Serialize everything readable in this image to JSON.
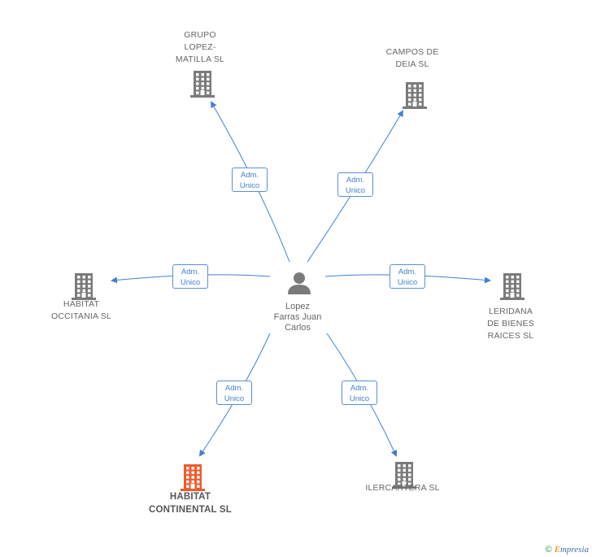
{
  "center": {
    "name": "Lopez\nFarras Juan\nCarlos"
  },
  "companies": [
    {
      "id": "grupo",
      "name": "GRUPO\nLOPEZ-\nMATILLA SL",
      "highlight": false
    },
    {
      "id": "campos",
      "name": "CAMPOS DE\nDEIA SL",
      "highlight": false
    },
    {
      "id": "occitania",
      "name": "HABITAT\nOCCITANIA SL",
      "highlight": false
    },
    {
      "id": "leridana",
      "name": "LERIDANA\nDE BIENES\nRAICES SL",
      "highlight": false
    },
    {
      "id": "continental",
      "name": "HABITAT\nCONTINENTAL SL",
      "highlight": true
    },
    {
      "id": "ilercartera",
      "name": "ILERCARTERA SL",
      "highlight": false
    }
  ],
  "relations": [
    {
      "to": "grupo",
      "label": "Adm.\nUnico"
    },
    {
      "to": "campos",
      "label": "Adm.\nUnico"
    },
    {
      "to": "occitania",
      "label": "Adm.\nUnico"
    },
    {
      "to": "leridana",
      "label": "Adm.\nUnico"
    },
    {
      "to": "continental",
      "label": "Adm.\nUnico"
    },
    {
      "to": "ilercartera",
      "label": "Adm.\nUnico"
    }
  ],
  "colors": {
    "edge": "#3f80d4",
    "building": "#7a7a7a",
    "building_highlight": "#f15a2b",
    "person": "#7a7a7a"
  },
  "footer": {
    "copyright": "©",
    "brand_initial": "E",
    "brand_rest": "mpresia"
  }
}
